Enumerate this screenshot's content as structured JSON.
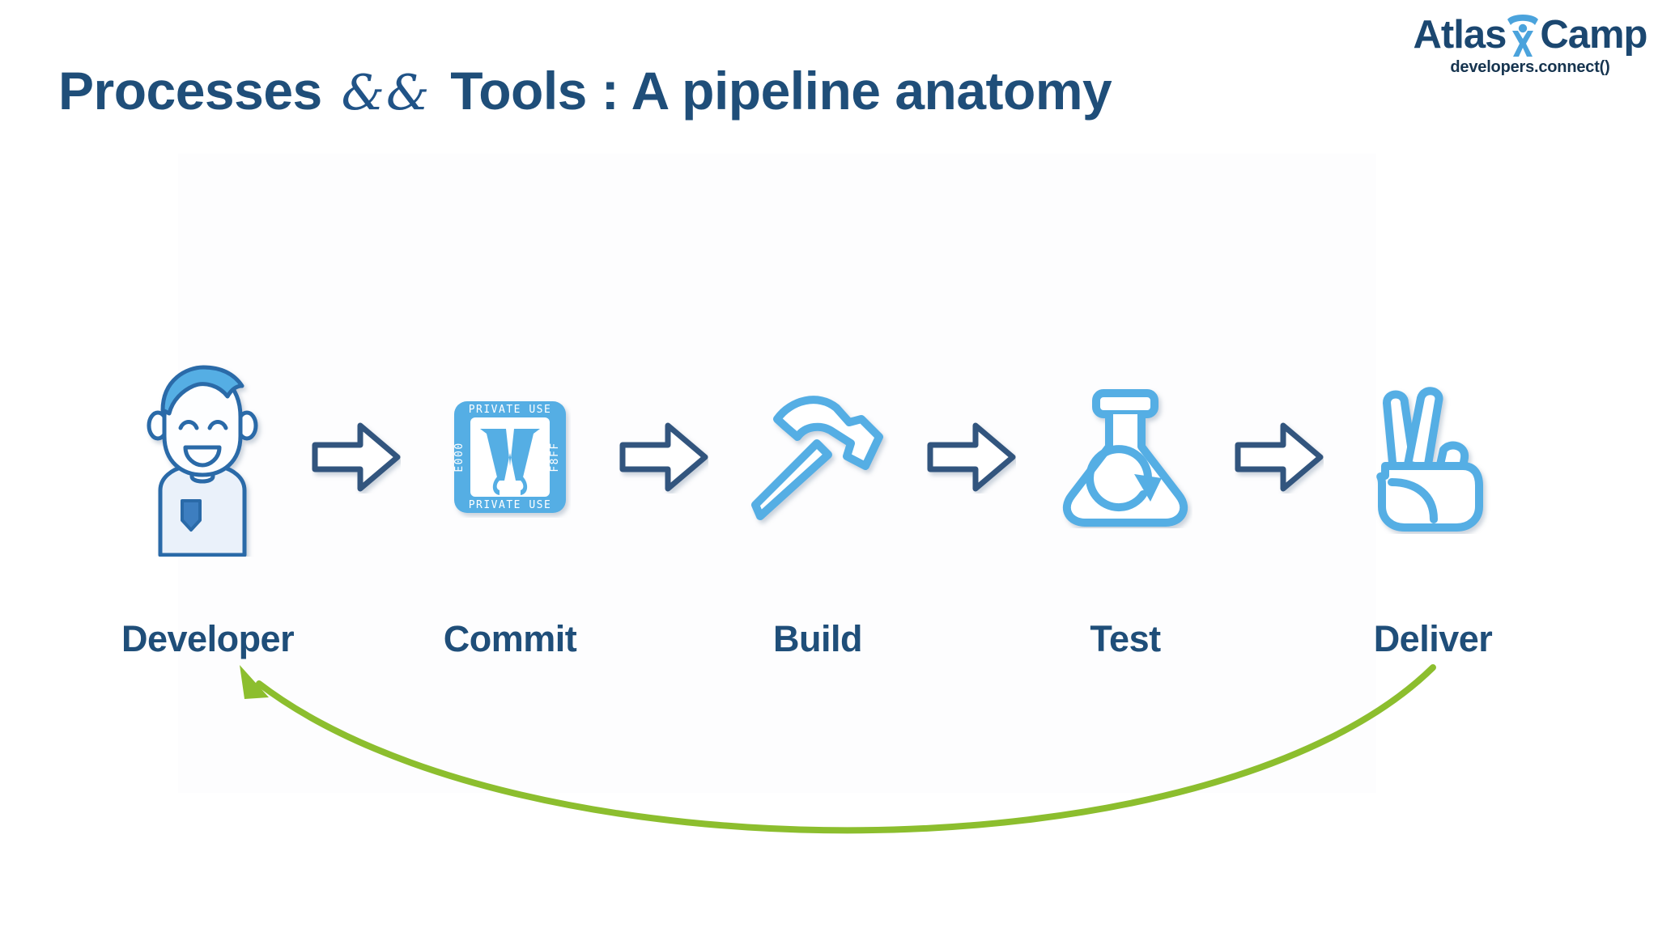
{
  "slide": {
    "title_part1": "Processes",
    "title_amp": "&&",
    "title_part2": "Tools : A pipeline anatomy",
    "background_color": "#ffffff",
    "title_color": "#1F4E79"
  },
  "logo": {
    "word_left": "Atlas",
    "word_right": "Camp",
    "mark_name": "hourglass-person-mark",
    "tagline": "developers.connect()",
    "wordmark_color": "#1B4770",
    "mark_color": "#4BA3DC"
  },
  "pipeline": {
    "accent_icon_color": "#4BA3DC",
    "arrow_color": "#33557E",
    "stages": [
      {
        "label": "Developer",
        "icon": "developer-avatar-icon"
      },
      {
        "label": "Commit",
        "icon": "missing-glyph-private-use-icon"
      },
      {
        "label": "Build",
        "icon": "hammer-icon"
      },
      {
        "label": "Test",
        "icon": "flask-refresh-icon"
      },
      {
        "label": "Deliver",
        "icon": "peace-hand-icon"
      }
    ],
    "separators": [
      {
        "icon": "right-arrow-icon"
      },
      {
        "icon": "right-arrow-icon"
      },
      {
        "icon": "right-arrow-icon"
      },
      {
        "icon": "right-arrow-icon"
      }
    ]
  },
  "commit_glyph": {
    "top_text": "PRIVATE USE",
    "bottom_text": "PRIVATE USE",
    "left_code": "E000",
    "right_code": "F8FF"
  },
  "feedback": {
    "icon": "feedback-loop-arrow-icon",
    "color": "#8CBE2E",
    "from_stage": "Deliver",
    "to_stage": "Developer"
  }
}
